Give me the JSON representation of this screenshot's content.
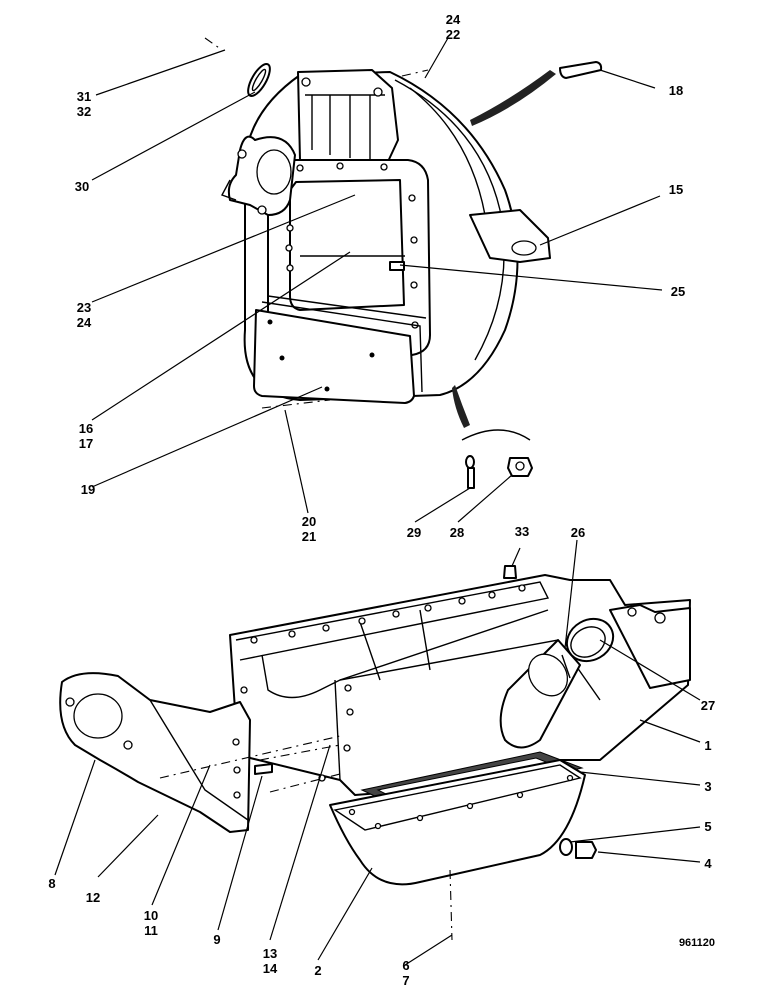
{
  "drawing_ref": "961120",
  "callouts": {
    "c31_32": {
      "a": "31",
      "b": "32"
    },
    "c24_22": {
      "a": "24",
      "b": "22"
    },
    "c18": "18",
    "c30": "30",
    "c15": "15",
    "c23_24": {
      "a": "23",
      "b": "24"
    },
    "c25": "25",
    "c16_17": {
      "a": "16",
      "b": "17"
    },
    "c19": "19",
    "c20_21": {
      "a": "20",
      "b": "21"
    },
    "c29": "29",
    "c28": "28",
    "c33": "33",
    "c26": "26",
    "c27": "27",
    "c1": "1",
    "c3": "3",
    "c5": "5",
    "c4": "4",
    "c8": "8",
    "c12": "12",
    "c10_11": {
      "a": "10",
      "b": "11"
    },
    "c9": "9",
    "c13_14": {
      "a": "13",
      "b": "14"
    },
    "c2": "2",
    "c6_7": {
      "a": "6",
      "b": "7"
    }
  }
}
